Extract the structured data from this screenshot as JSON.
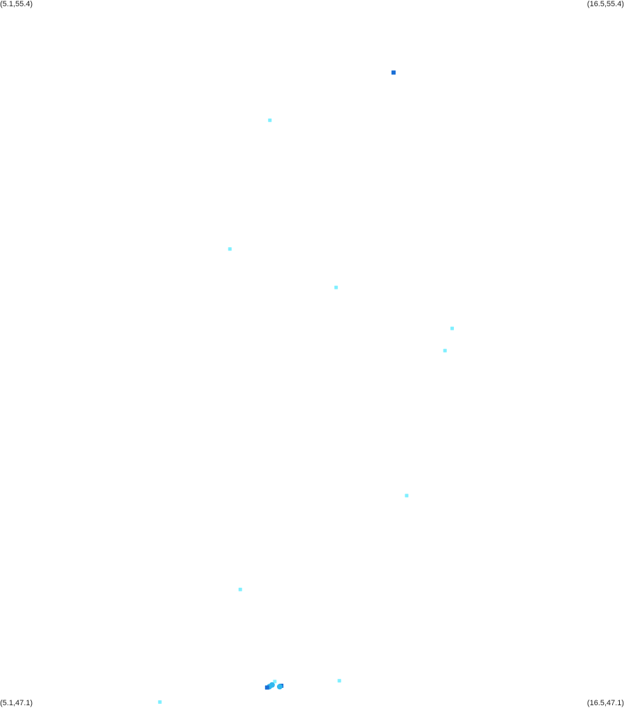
{
  "corners": {
    "top_left": "(5.1,55.4)",
    "top_right": "(16.5,55.4)",
    "bottom_left": "(5.1,47.1)",
    "bottom_right": "(16.5,47.1)"
  },
  "extent": {
    "lon_min": 5.1,
    "lon_max": 16.5,
    "lat_min": 47.1,
    "lat_max": 55.4
  },
  "colors": {
    "low": "#7fefff",
    "medium": "#2fb7ee",
    "high": "#1a6fd6",
    "background": "#ffffff"
  },
  "points": [
    {
      "lon": 12.29,
      "lat": 54.55,
      "level": "high"
    },
    {
      "lon": 10.03,
      "lat": 53.99,
      "level": "low"
    },
    {
      "lon": 9.3,
      "lat": 52.48,
      "level": "low"
    },
    {
      "lon": 11.24,
      "lat": 52.03,
      "level": "low"
    },
    {
      "lon": 13.36,
      "lat": 51.55,
      "level": "low"
    },
    {
      "lon": 13.23,
      "lat": 51.29,
      "level": "low"
    },
    {
      "lon": 12.53,
      "lat": 49.59,
      "level": "low"
    },
    {
      "lon": 9.49,
      "lat": 48.49,
      "level": "low"
    },
    {
      "lon": 11.3,
      "lat": 47.42,
      "level": "low"
    },
    {
      "lon": 8.02,
      "lat": 47.17,
      "level": "low"
    },
    {
      "lon": 10.12,
      "lat": 47.41,
      "level": "low"
    },
    {
      "lon": 10.02,
      "lat": 47.35,
      "level": "medium"
    },
    {
      "lon": 9.98,
      "lat": 47.34,
      "level": "high"
    },
    {
      "lon": 10.07,
      "lat": 47.37,
      "level": "medium"
    },
    {
      "lon": 10.24,
      "lat": 47.36,
      "level": "high"
    },
    {
      "lon": 10.21,
      "lat": 47.35,
      "level": "medium"
    }
  ]
}
